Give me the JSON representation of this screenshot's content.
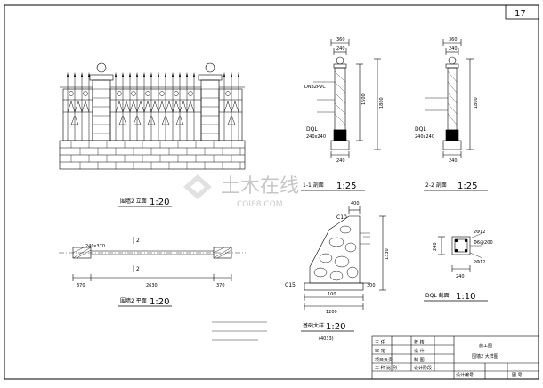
{
  "sheet": {
    "number": "17"
  },
  "views": {
    "elevation": {
      "title": "围墙2 立面",
      "scale": "1:20"
    },
    "plan": {
      "title": "围墙2 平面",
      "scale": "1:20",
      "dims": [
        "370",
        "2630",
        "370"
      ],
      "marks": [
        "2",
        "2"
      ],
      "wall_note": "240x370"
    },
    "section11": {
      "title": "1-1 剖面",
      "scale": "1:25",
      "dims": [
        "360",
        "240",
        "240",
        "1500",
        "1800"
      ],
      "labels": [
        "DN32PVC",
        "DQL",
        "240x240"
      ]
    },
    "section22": {
      "title": "2-2 剖面",
      "scale": "1:25",
      "dims": [
        "360",
        "240",
        "1800",
        "240"
      ],
      "labels": [
        "DQL",
        "240x240"
      ]
    },
    "foundation": {
      "title": "基础大样",
      "scale": "1:20",
      "dims": [
        "400",
        "1330",
        "100",
        "1200",
        "300"
      ],
      "labels": [
        "C10",
        "C15"
      ],
      "note": "(4033)"
    },
    "dql": {
      "title": "DQL 截面",
      "scale": "1:10",
      "dims": [
        "240",
        "240"
      ],
      "labels": [
        "2Φ12",
        "Φ6@200",
        "2Φ12"
      ]
    }
  },
  "title_block": {
    "rows": [
      [
        "主 任",
        "",
        "校 核",
        ""
      ],
      [
        "审 定",
        "",
        "设 计",
        ""
      ],
      [
        "项目负责",
        "",
        "制 图",
        ""
      ],
      [
        "工 种 比 例",
        "",
        "设计阶段",
        ""
      ]
    ],
    "project": "施工图",
    "drawing": "围墙2 大样图",
    "sheet_label": "图 号",
    "date_label": "设计编号"
  },
  "watermark": {
    "text": "土木在线",
    "url": "COI88.COM"
  }
}
